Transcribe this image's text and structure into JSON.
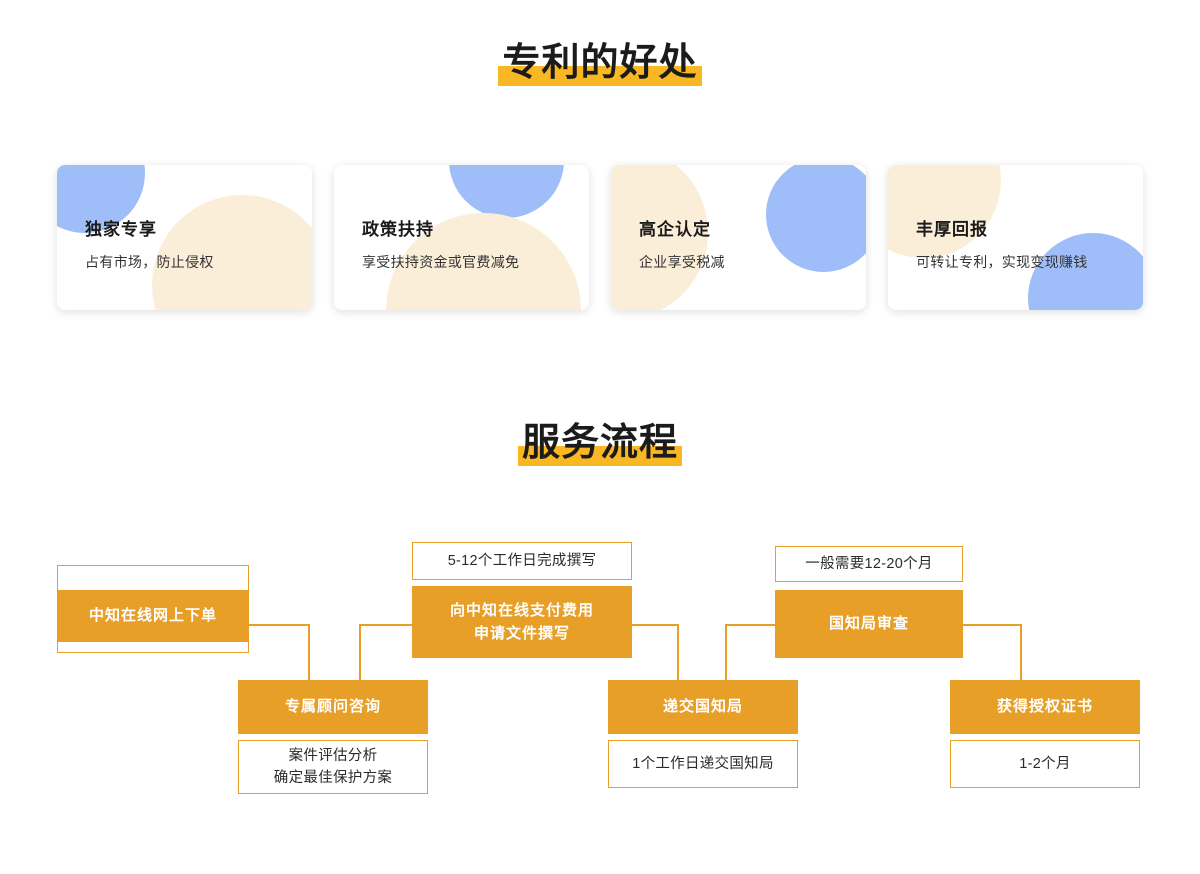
{
  "page": {
    "accent_orange": "#e79f28",
    "highlight_yellow": "#fab724",
    "blob_blue": "#9fbef9",
    "blob_peach": "#fbeed8",
    "background": "#ffffff"
  },
  "benefits_section": {
    "title": "专利的好处",
    "cards": [
      {
        "title": "独家专享",
        "desc": "占有市场，防止侵权"
      },
      {
        "title": "政策扶持",
        "desc": "享受扶持资金或官费减免"
      },
      {
        "title": "高企认定",
        "desc": "企业享受税减"
      },
      {
        "title": "丰厚回报",
        "desc": "可转让专利，实现变现赚钱"
      }
    ]
  },
  "process_section": {
    "title": "服务流程",
    "steps": [
      {
        "label": "中知在线网上下单",
        "note_above": "",
        "note_below": ""
      },
      {
        "label": "专属顾问咨询",
        "note_below_line1": "案件评估分析",
        "note_below_line2": "确定最佳保护方案"
      },
      {
        "label_line1": "向中知在线支付费用",
        "label_line2": "申请文件撰写",
        "note_above": "5-12个工作日完成撰写"
      },
      {
        "label": "递交国知局",
        "note_below": "1个工作日递交国知局"
      },
      {
        "label": "国知局审查",
        "note_above": "一般需要12-20个月"
      },
      {
        "label": "获得授权证书",
        "note_below": "1-2个月"
      }
    ]
  }
}
